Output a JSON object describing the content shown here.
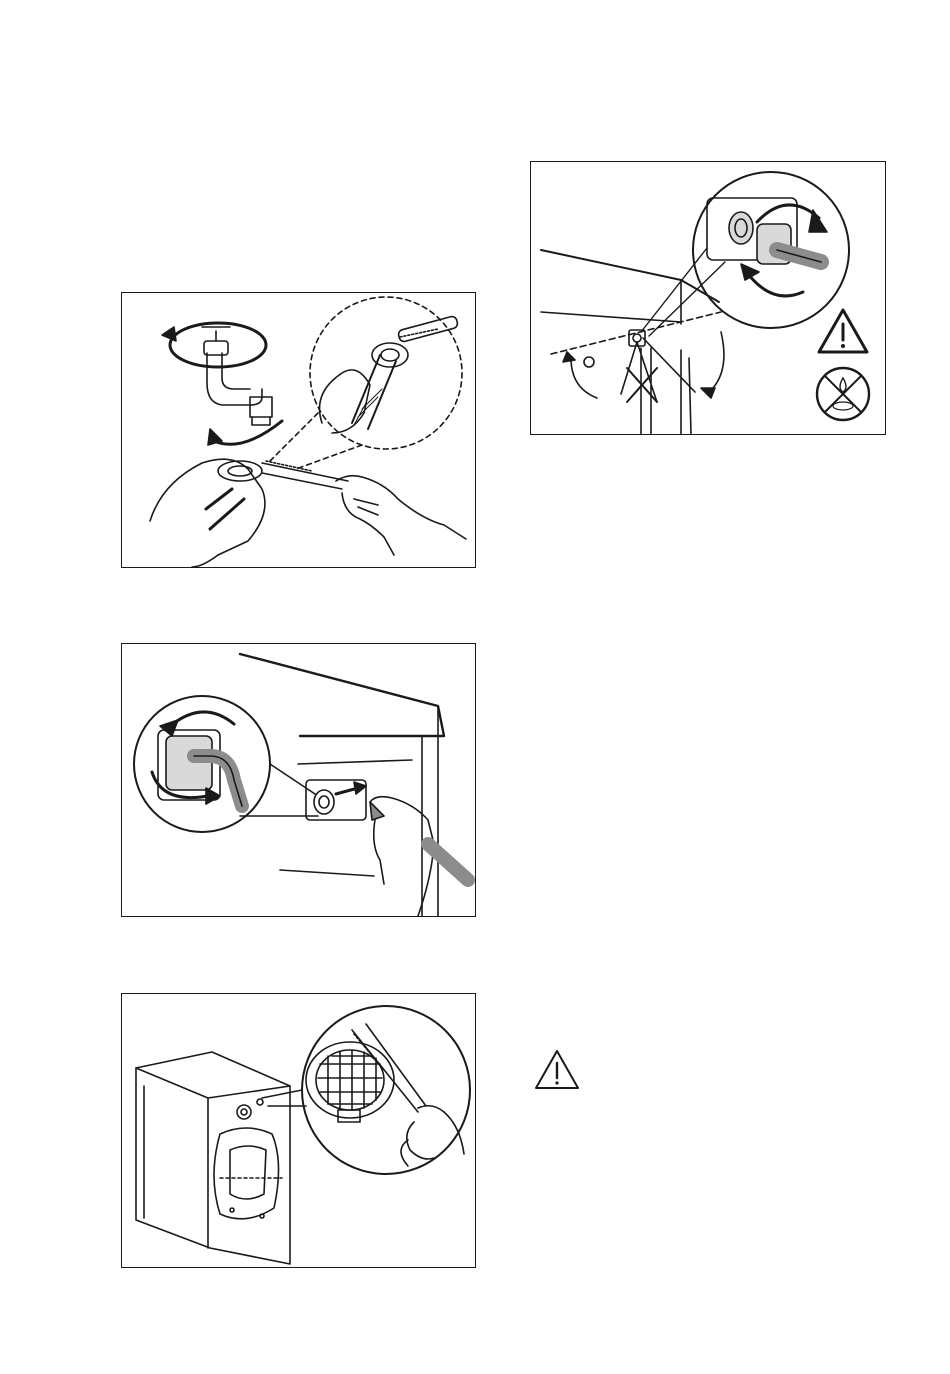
{
  "page": {
    "description_free": true,
    "figures": [
      {
        "id": "tap-cleaning",
        "icons": [
          "tap-icon",
          "rotate-arrows-icon",
          "brush-icon",
          "hand-icon",
          "magnifier-circle-icon"
        ]
      },
      {
        "id": "hose-disconnect",
        "icons": [
          "appliance-back-icon",
          "rotate-arrows-icon",
          "hose-icon",
          "hand-icon",
          "arrow-icon"
        ]
      },
      {
        "id": "filter-cleaning",
        "icons": [
          "washing-machine-icon",
          "brush-icon",
          "filter-mesh-icon",
          "hand-icon"
        ]
      },
      {
        "id": "valve-angle",
        "icons": [
          "valve-inlet-icon",
          "rotate-arrows-icon",
          "warning-triangle-icon",
          "no-water-icon"
        ]
      }
    ],
    "standalone_icon": "warning-triangle-icon"
  },
  "colors": {
    "line": "#1a1a1a",
    "fill_gray": "#8c8c8c",
    "fill_light": "#d9d9d9",
    "background": "#ffffff"
  }
}
